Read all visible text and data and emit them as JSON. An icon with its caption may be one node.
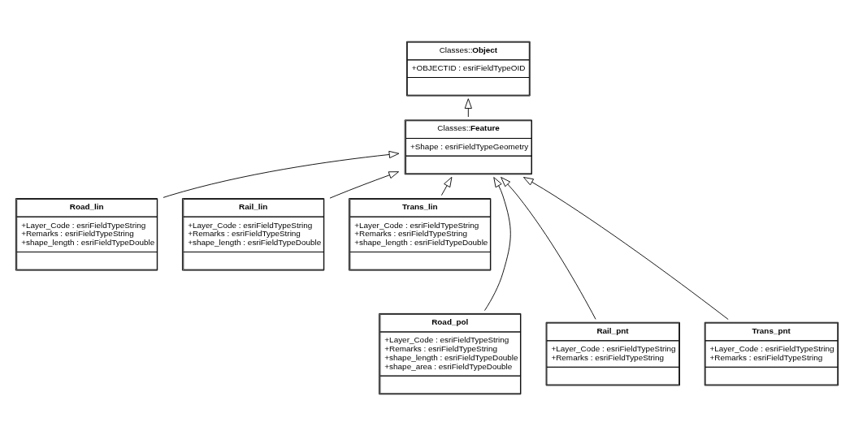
{
  "diagram": {
    "nodes": [
      {
        "text": [
          "Classes::**Object**",
          "+OBJECTID : esriFieldTypeOID"
        ]
      },
      {
        "text": [
          "Classes::**Feature**",
          "+Shape : esriFieldTypeGeometry"
        ]
      },
      {
        "text": [
          "Road_lin",
          "+Layer_Code : esriFieldTypeString",
          "+Remarks : esriFieldTypeString",
          "+shape_length : esriFieldTypeDouble"
        ]
      },
      {
        "text": [
          "Rail_lin",
          "+Layer_Code : esriFieldTypeString",
          "+Remarks : esriFieldTypeString",
          "+shape_length : esriFieldTypeDouble"
        ]
      },
      {
        "text": [
          "Trans_lin",
          "+Layer_Code : esriFieldTypeString",
          "+Remarks : esriFieldTypeString",
          "+shape_length : esriFieldTypeDouble"
        ]
      },
      {
        "text": [
          "Road_pol",
          "+Layer_Code : esriFieldTypeString",
          "+Remarks : esriFieldTypeString",
          "+shape_length : esriFieldTypeDouble",
          "+shape_area : esriFieldTypeDouble"
        ]
      },
      {
        "text": [
          "Rail_pnt",
          "+Layer_Code : esriFieldTypeString",
          "+Remarks : esriFieldTypeString"
        ]
      },
      {
        "text": [
          "Trans_pnt",
          "+Layer_Code : esriFieldTypeString",
          "+Remarks : esriFieldTypeString"
        ]
      }
    ],
    "edges": [
      {
        "from": 1,
        "to": 0,
        "arrow": "to"
      },
      {
        "from": 2,
        "to": 1,
        "arrow": "to"
      },
      {
        "from": 5,
        "to": 1,
        "arrow": "to"
      },
      {
        "from": 3,
        "to": 1,
        "arrow": "to"
      },
      {
        "from": 6,
        "to": 1,
        "arrow": "to"
      },
      {
        "from": 4,
        "to": 1,
        "arrow": "to"
      },
      {
        "from": 7,
        "to": 1,
        "arrow": "to"
      }
    ]
  }
}
